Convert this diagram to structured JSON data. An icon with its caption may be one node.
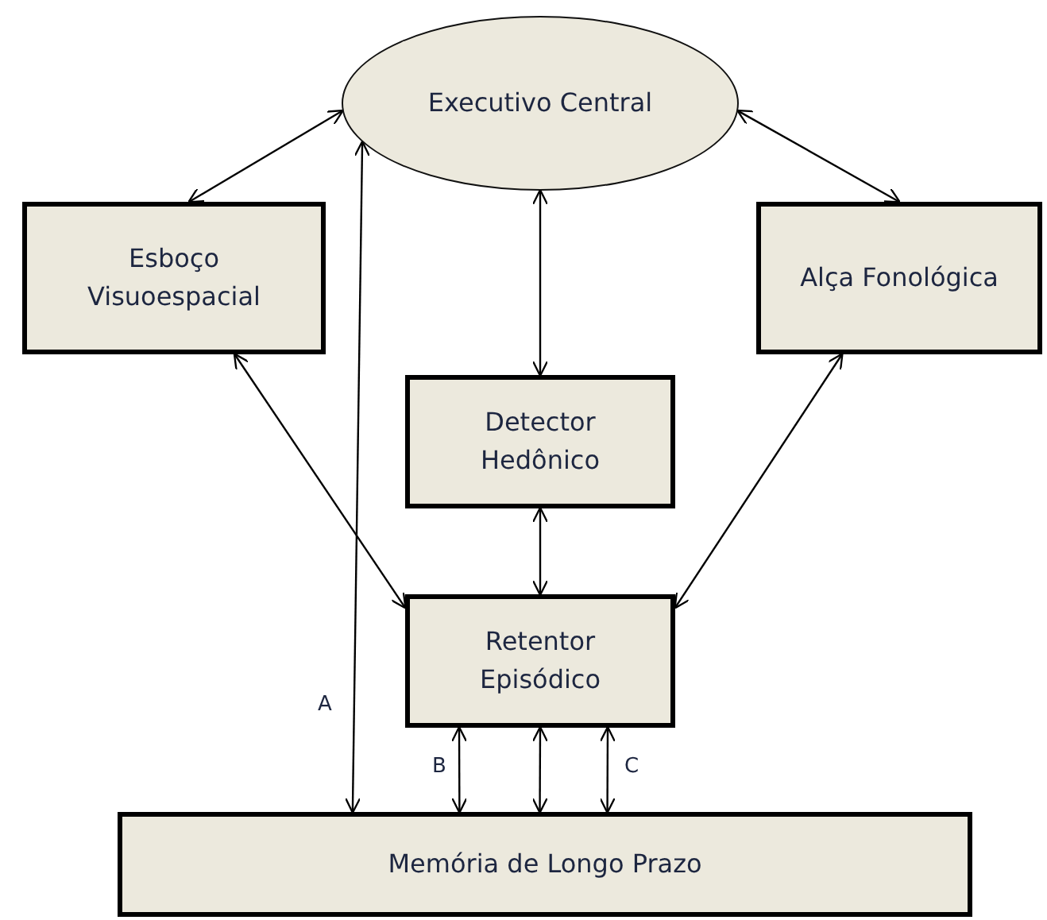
{
  "diagram": {
    "nodes": [
      {
        "text": [
          "Executivo Central"
        ]
      },
      {
        "text": [
          "Esboço Visuoespacial"
        ]
      },
      {
        "text": [
          "Alça Fonológica"
        ]
      },
      {
        "text": [
          "Detector Hedônico"
        ]
      },
      {
        "text": [
          "Retentor Episódico"
        ]
      },
      {
        "text": [
          "Memória de Longo Prazo"
        ]
      }
    ],
    "edges": [
      {
        "from": 0,
        "to": 1,
        "arrow": "both"
      },
      {
        "from": 0,
        "to": 2,
        "arrow": "both"
      },
      {
        "from": 0,
        "to": 3,
        "arrow": "both"
      },
      {
        "from": 3,
        "to": 4,
        "arrow": "both"
      },
      {
        "from": 1,
        "to": 4,
        "arrow": "both"
      },
      {
        "from": 2,
        "to": 4,
        "arrow": "both"
      },
      {
        "from": 0,
        "to": 5,
        "arrow": "both",
        "label": "A"
      },
      {
        "from": 4,
        "to": 5,
        "arrow": "both",
        "label": "B"
      },
      {
        "from": 4,
        "to": 5,
        "arrow": "both"
      },
      {
        "from": 4,
        "to": 5,
        "arrow": "both",
        "label": "C"
      }
    ]
  }
}
